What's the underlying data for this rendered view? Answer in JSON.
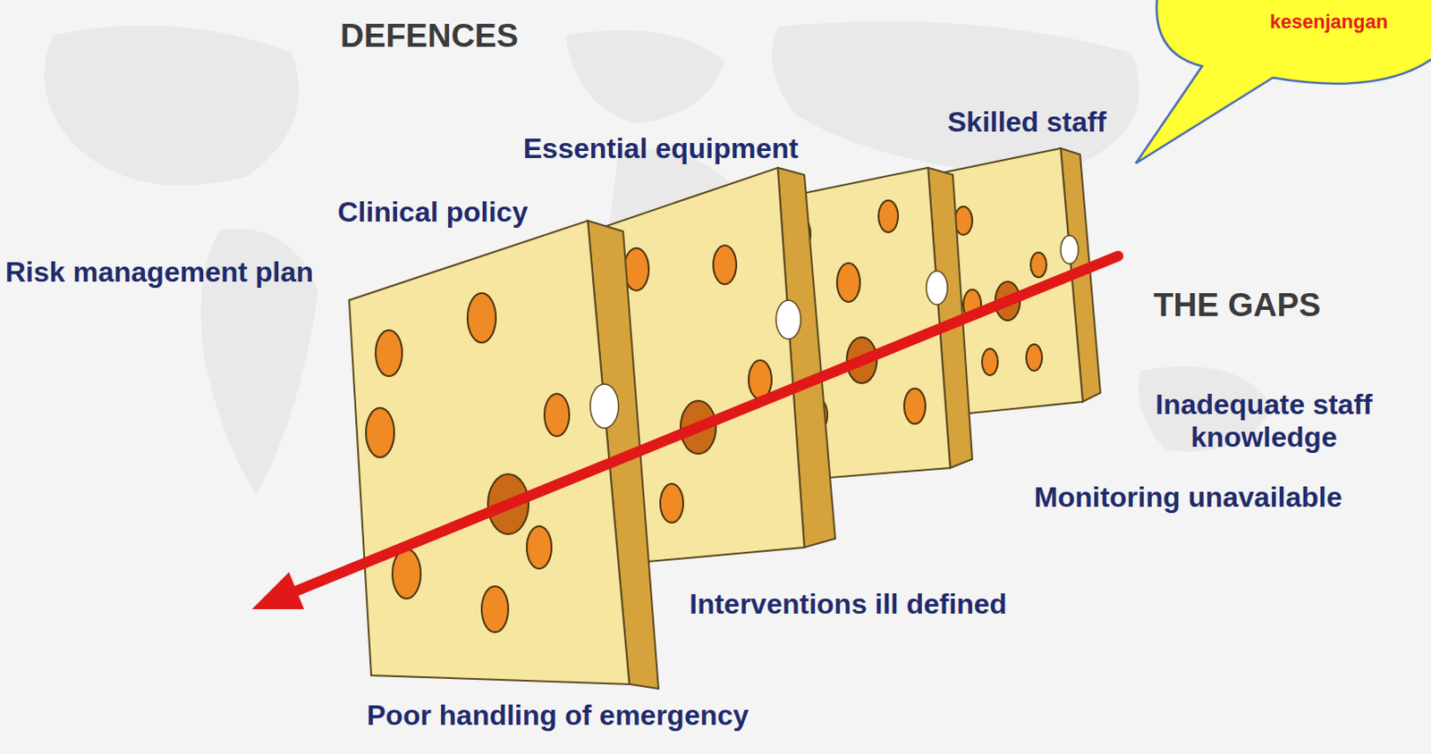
{
  "diagram": {
    "nodes": [
      {
        "text": [
          "kesenjangan"
        ]
      }
    ],
    "labels": [
      "DEFENCES",
      "Skilled staff",
      "Essential equipment",
      "Clinical policy",
      "Risk management plan",
      "THE GAPS",
      "Inadequate staff knowledge",
      "Monitoring unavailable",
      "Interventions ill defined",
      "Poor handling of emergency"
    ]
  }
}
